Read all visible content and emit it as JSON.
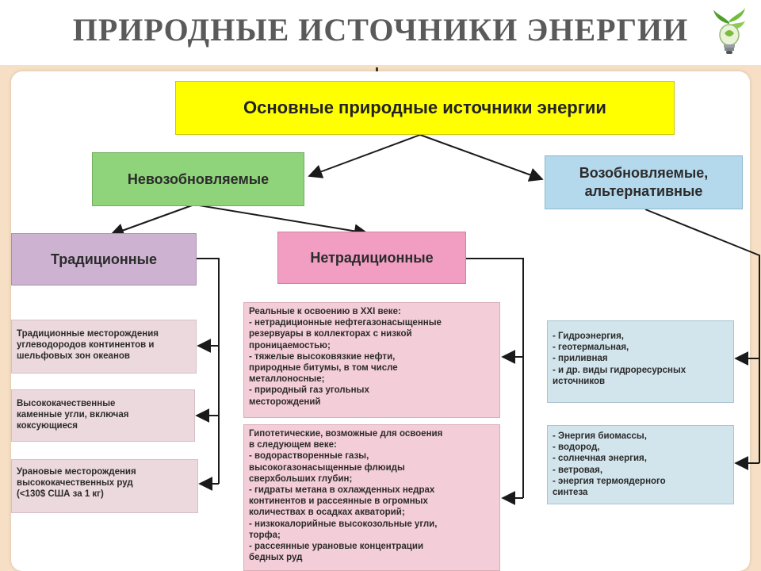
{
  "title": "ПРИРОДНЫЕ ИСТОЧНИКИ ЭНЕРГИИ",
  "diagram": {
    "root": "Основные природные источники энергии",
    "nonrenewable": "Невозобновляемые",
    "renewable": "Возобновляемые,\nальтернативные",
    "traditional": "Традиционные",
    "nontraditional": "Нетрадиционные",
    "traditional_items": [
      "Традиционные месторождения\nуглеводородов континентов и\nшельфовых зон океанов",
      "Высококачественные\nкаменные угли, включая\nкоксующиеся",
      "Урановые месторождения\nвысококачественных руд\n  (<130$ США за 1 кг)"
    ],
    "nontraditional_items": [
      "Реальные к освоению в XXI веке:\n- нетрадиционные нефтегазонасыщенные\n   резервуары в коллекторах с низкой\n   проницаемостью;\n- тяжелые высоковязкие нефти,\n   природные битумы, в том числе\n   металлоносные;\n- природный газ угольных\n   месторождений",
      "Гипотетические, возможные для освоения\nв следующем веке:\n- водорастворенные газы,\n   высокогазонасыщенные флюиды\n   сверхбольших глубин;\n- гидраты метана в охлажденных недрах\n   континентов и рассеянные в огромных\n   количествах в осадках акваторий;\n- низкокалорийные высокозольные угли,\n   торфа;\n- рассеянные урановые концентрации\n   бедных руд"
    ],
    "renewable_items": [
      "- Гидроэнергия,\n- геотермальная,\n- приливная\n- и др. виды гидроресурсных\n   источников",
      "- Энергия биомассы,\n- водород,\n- солнечная энергия,\n- ветровая,\n- энергия термоядерного\n   синтеза"
    ]
  },
  "colors": {
    "root": "#ffff00",
    "nonrenewable": "#8fd47a",
    "renewable": "#b4d8ec",
    "traditional": "#cdb2d2",
    "nontraditional": "#f19ec2"
  },
  "icons": {
    "title_decoration": "lightbulb-plant-icon"
  }
}
